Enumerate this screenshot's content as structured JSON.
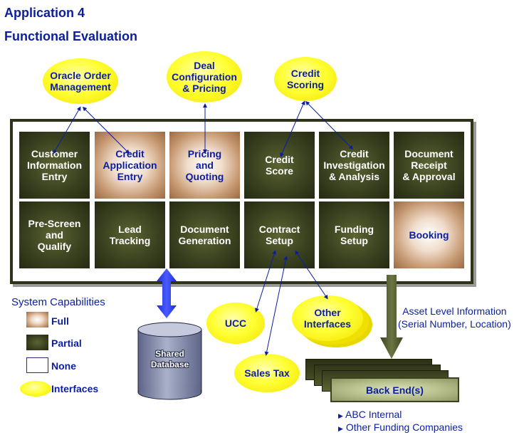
{
  "header": {
    "title": "Application 4",
    "subtitle": "Functional Evaluation"
  },
  "interfaces_top": [
    {
      "name": "oracle",
      "label": "Oracle Order\nManagement"
    },
    {
      "name": "deal",
      "label": "Deal\nConfiguration\n& Pricing"
    },
    {
      "name": "credit-scoring",
      "label": "Credit\nScoring"
    }
  ],
  "tiles": [
    {
      "name": "customer-information-entry",
      "label": "Customer\nInformation\nEntry",
      "capability": "Partial"
    },
    {
      "name": "credit-application-entry",
      "label": "Credit\nApplication\nEntry",
      "capability": "Full"
    },
    {
      "name": "pricing-and-quoting",
      "label": "Pricing\nand\nQuoting",
      "capability": "Full"
    },
    {
      "name": "credit-score",
      "label": "Credit\nScore",
      "capability": "Partial"
    },
    {
      "name": "credit-investigation-analysis",
      "label": "Credit\nInvestigation\n& Analysis",
      "capability": "Partial"
    },
    {
      "name": "document-receipt-approval",
      "label": "Document\nReceipt\n& Approval",
      "capability": "Partial"
    },
    {
      "name": "pre-screen-qualify",
      "label": "Pre-Screen\nand\nQualify",
      "capability": "Partial"
    },
    {
      "name": "lead-tracking",
      "label": "Lead\nTracking",
      "capability": "Partial"
    },
    {
      "name": "document-generation",
      "label": "Document\nGeneration",
      "capability": "Partial"
    },
    {
      "name": "contract-setup",
      "label": "Contract\nSetup",
      "capability": "Partial"
    },
    {
      "name": "funding-setup",
      "label": "Funding\nSetup",
      "capability": "Partial"
    },
    {
      "name": "booking",
      "label": "Booking",
      "capability": "Full"
    }
  ],
  "legend": {
    "title": "System Capabilities",
    "full": "Full",
    "partial": "Partial",
    "none": "None",
    "interfaces": "Interfaces"
  },
  "interfaces_bottom": {
    "ucc": "UCC",
    "other": "Other\nInterfaces",
    "sales_tax": "Sales Tax"
  },
  "database": {
    "label": "Shared\nDatabase"
  },
  "asset_note": "Asset Level Information\n(Serial Number, Location)",
  "back_end": {
    "label": "Back End(s)",
    "items": [
      "ABC Internal",
      "Other Funding Companies"
    ]
  },
  "colors": {
    "title": "#0b1f9e",
    "partial": "#3b4220",
    "full": "#c79a73",
    "interface": "#ffff33",
    "database": "#8e96b0",
    "connector": "#0b1f9e"
  }
}
